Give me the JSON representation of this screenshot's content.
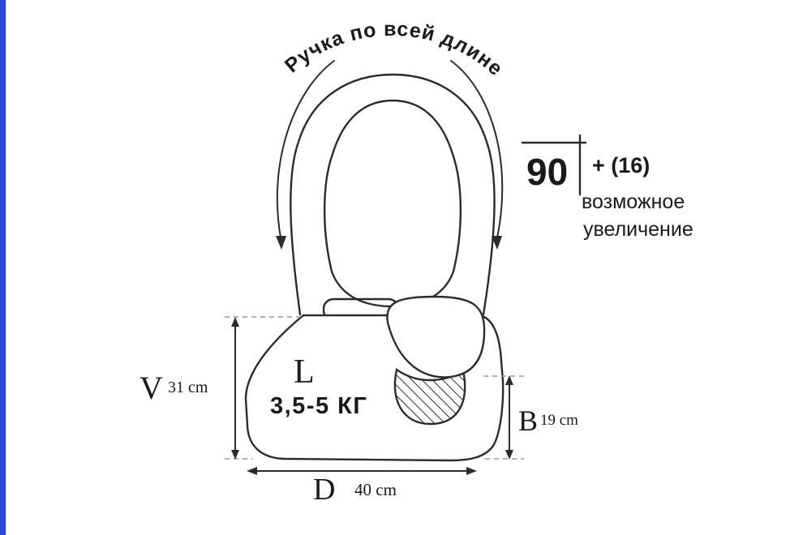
{
  "diagram": {
    "handle_label": "Ручка по всей длине",
    "capacity": {
      "main_value": "90",
      "extra_value": "+ (16)",
      "note_line1": "возможное",
      "note_line2": "увеличение"
    },
    "bag": {
      "size_letter": "L",
      "weight_range": "3,5-5 КГ"
    },
    "dimensions": {
      "height": {
        "letter": "V",
        "value": "31 cm"
      },
      "depth": {
        "letter": "B",
        "value": "19 cm"
      },
      "width": {
        "letter": "D",
        "value": "40 cm"
      }
    },
    "colors": {
      "line": "#2b2b2b",
      "dashed_guide": "#9a9a9a",
      "accent_bar": "#2b46cf",
      "background": "#ffffff"
    }
  }
}
